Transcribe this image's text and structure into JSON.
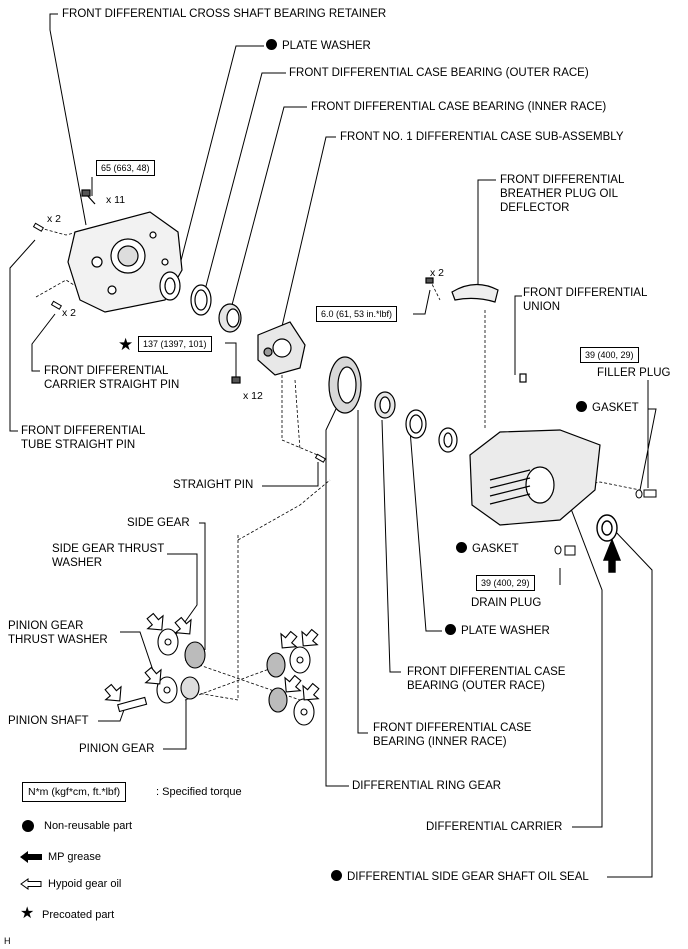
{
  "labels": {
    "cross_shaft_retainer": "FRONT DIFFERENTIAL CROSS SHAFT BEARING RETAINER",
    "plate_washer_top": "PLATE WASHER",
    "case_bearing_outer_top": "FRONT DIFFERENTIAL CASE BEARING (OUTER RACE)",
    "case_bearing_inner_top": "FRONT DIFFERENTIAL CASE BEARING (INNER RACE)",
    "case_sub_assembly": "FRONT NO. 1 DIFFERENTIAL CASE SUB-ASSEMBLY",
    "breather_deflector": "FRONT DIFFERENTIAL\nBREATHER PLUG OIL\nDEFLECTOR",
    "union": "FRONT DIFFERENTIAL\nUNION",
    "filler_plug": "FILLER PLUG",
    "gasket_right": "GASKET",
    "carrier_straight_pin": "FRONT DIFFERENTIAL\nCARRIER STRAIGHT PIN",
    "tube_straight_pin": "FRONT DIFFERENTIAL\nTUBE STRAIGHT PIN",
    "straight_pin": "STRAIGHT PIN",
    "side_gear": "SIDE GEAR",
    "side_gear_thrust_washer": "SIDE GEAR THRUST\nWASHER",
    "pinion_gear_thrust_washer": "PINION GEAR\nTHRUST WASHER",
    "pinion_shaft": "PINION SHAFT",
    "pinion_gear": "PINION GEAR",
    "gasket_drain": "GASKET",
    "drain_plug": "DRAIN PLUG",
    "plate_washer_bottom": "PLATE WASHER",
    "case_bearing_outer_bottom": "FRONT DIFFERENTIAL CASE\nBEARING (OUTER RACE)",
    "case_bearing_inner_bottom": "FRONT DIFFERENTIAL CASE\nBEARING (INNER RACE)",
    "ring_gear": "DIFFERENTIAL RING GEAR",
    "differential_carrier": "DIFFERENTIAL CARRIER",
    "side_gear_shaft_oil_seal": "DIFFERENTIAL SIDE GEAR SHAFT OIL SEAL"
  },
  "torques": {
    "retainer_bolt": "65 (663, 48)",
    "ring_gear_bolt": "137 (1397, 101)",
    "deflector_bolt": "6.0 (61, 53 in.*lbf)",
    "filler_plug": "39 (400, 29)",
    "drain_plug": "39 (400, 29)"
  },
  "quantities": {
    "retainer_bolt": "x 11",
    "tube_pin": "x 2",
    "carrier_pin": "x 2",
    "ring_gear_bolt": "x 12",
    "deflector_bolt": "x 2"
  },
  "legend": {
    "torque_box": "N*m (kgf*cm, ft.*lbf)",
    "torque_desc": ": Specified torque",
    "non_reusable": "Non-reusable part",
    "mp_grease": "MP grease",
    "hypoid_oil": "Hypoid gear oil",
    "precoated": "Precoated part"
  },
  "corner_mark": "H"
}
